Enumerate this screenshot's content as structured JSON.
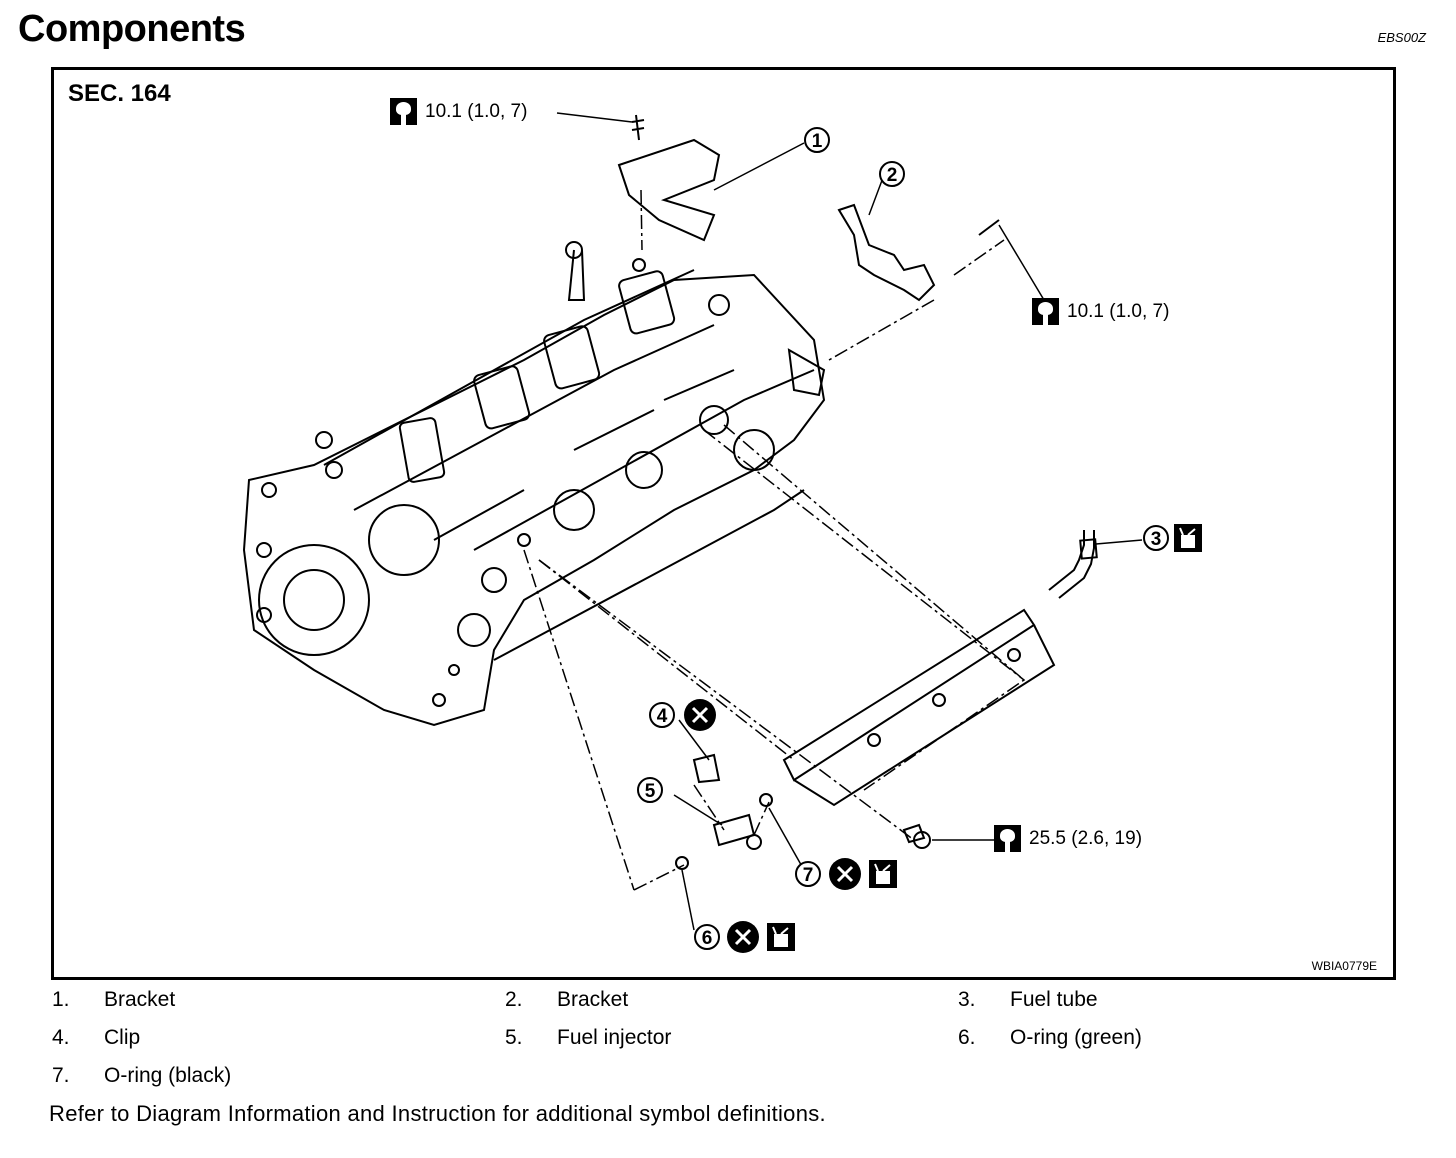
{
  "header": {
    "title": "Components",
    "code": "EBS00Z"
  },
  "figure": {
    "section": "SEC. 164",
    "code": "WBIA0779E",
    "torques": [
      {
        "value": "10.1 (1.0, 7)"
      },
      {
        "value": "10.1 (1.0, 7)"
      },
      {
        "value": "25.5 (2.6, 19)"
      }
    ],
    "callouts": [
      "1",
      "2",
      "3",
      "4",
      "5",
      "6",
      "7"
    ]
  },
  "legend": [
    {
      "num": "1.",
      "label": "Bracket"
    },
    {
      "num": "2.",
      "label": "Bracket"
    },
    {
      "num": "3.",
      "label": "Fuel tube"
    },
    {
      "num": "4.",
      "label": "Clip"
    },
    {
      "num": "5.",
      "label": "Fuel injector"
    },
    {
      "num": "6.",
      "label": "O-ring (green)"
    },
    {
      "num": "7.",
      "label": "O-ring (black)"
    }
  ],
  "note": "Refer to Diagram Information and Instruction for additional symbol definitions.",
  "colors": {
    "ink": "#000000",
    "paper": "#ffffff"
  },
  "icons": [
    "torque-wrench-icon",
    "do-not-reuse-icon",
    "oil-can-icon"
  ]
}
